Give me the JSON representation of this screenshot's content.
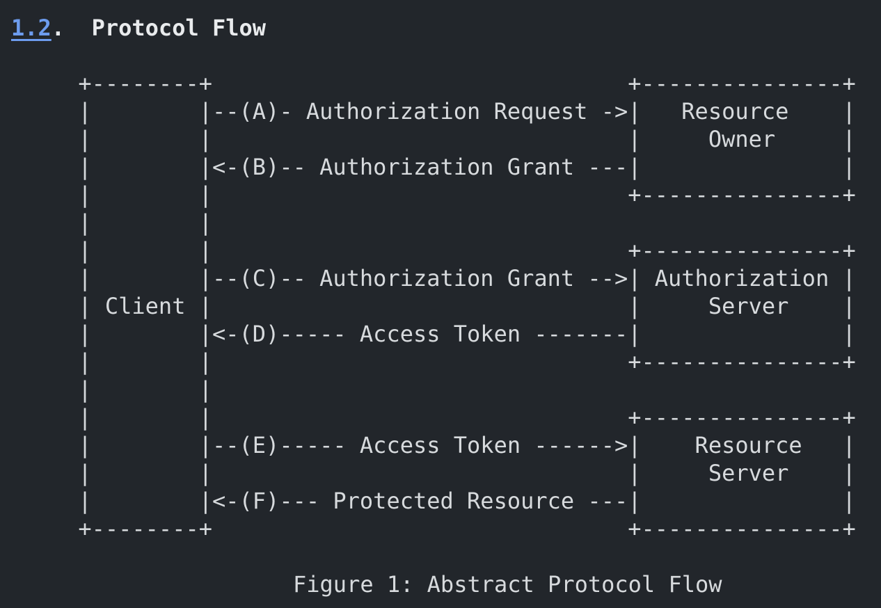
{
  "colors": {
    "background": "#22262b",
    "heading_text": "#e9ebed",
    "diagram_text": "#d7dadd",
    "link": "#6d9cee"
  },
  "heading": {
    "section_number": "1.2",
    "title_after_link": ".  Protocol Flow"
  },
  "diagram": {
    "lines": [
      "     +--------+                               +---------------+",
      "     |        |--(A)- Authorization Request ->|   Resource    |",
      "     |        |                               |     Owner     |",
      "     |        |<-(B)-- Authorization Grant ---|               |",
      "     |        |                               +---------------+",
      "     |        |",
      "     |        |                               +---------------+",
      "     |        |--(C)-- Authorization Grant -->| Authorization |",
      "     | Client |                               |     Server    |",
      "     |        |<-(D)----- Access Token -------|               |",
      "     |        |                               +---------------+",
      "     |        |",
      "     |        |                               +---------------+",
      "     |        |--(E)----- Access Token ------>|    Resource   |",
      "     |        |                               |     Server    |",
      "     |        |<-(F)--- Protected Resource ---|               |",
      "     +--------+                               +---------------+"
    ],
    "entities": {
      "client": "Client",
      "resource_owner": "Resource Owner",
      "authorization_server": "Authorization Server",
      "resource_server": "Resource Server"
    },
    "steps": [
      {
        "id": "A",
        "label": "Authorization Request",
        "from": "Client",
        "to": "Resource Owner"
      },
      {
        "id": "B",
        "label": "Authorization Grant",
        "from": "Resource Owner",
        "to": "Client"
      },
      {
        "id": "C",
        "label": "Authorization Grant",
        "from": "Client",
        "to": "Authorization Server"
      },
      {
        "id": "D",
        "label": "Access Token",
        "from": "Authorization Server",
        "to": "Client"
      },
      {
        "id": "E",
        "label": "Access Token",
        "from": "Client",
        "to": "Resource Server"
      },
      {
        "id": "F",
        "label": "Protected Resource",
        "from": "Resource Server",
        "to": "Client"
      }
    ]
  },
  "figure": {
    "caption": "Figure 1: Abstract Protocol Flow"
  }
}
